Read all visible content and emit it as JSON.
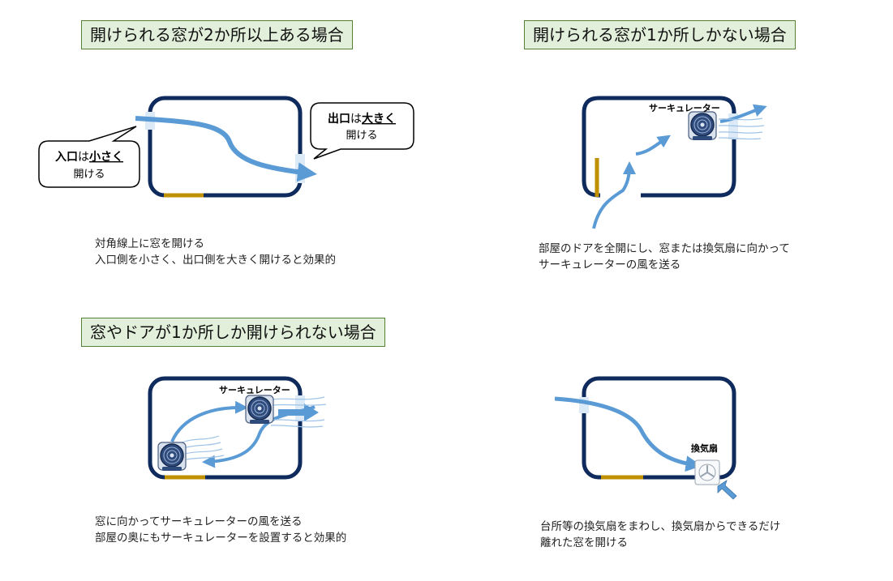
{
  "sections": [
    {
      "title": "開けられる窓が2か所以上ある場合",
      "bubble_in": {
        "part1": "入口",
        "part2": "は",
        "part3": "小さく",
        "line2": "開ける"
      },
      "bubble_out": {
        "part1": "出口",
        "part2": "は",
        "part3": "大きく",
        "line2": "開ける"
      },
      "caption_line1": "対角線上に窓を開ける",
      "caption_line2": "入口側を小さく、出口側を大きく開けると効果的"
    },
    {
      "title": "開けられる窓が1か所しかない場合",
      "device_label": "サーキュレーター",
      "caption_line1": "部屋のドアを全開にし、窓または換気扇に向かって",
      "caption_line2": "サーキュレーターの風を送る"
    },
    {
      "title": "窓やドアが1か所しか開けられない場合",
      "device_label": "サーキュレーター",
      "caption_line1": "窓に向かってサーキュレーターの風を送る",
      "caption_line2": "部屋の奥にもサーキュレーターを設置すると効果的"
    },
    {
      "device_label": "換気扇",
      "caption_line1": "台所等の換気扇をまわし、換気扇からできるだけ",
      "caption_line2": "離れた窓を開ける"
    }
  ],
  "colors": {
    "title_bg": "#e2efda",
    "title_border": "#548235",
    "room_wall": "#0f2a5c",
    "door": "#bf9000",
    "airflow": "#5b9bd5",
    "window": "#dce9f6"
  },
  "icons": [
    "circulator-icon",
    "ventilation-fan-icon",
    "airflow-arrow-icon"
  ]
}
